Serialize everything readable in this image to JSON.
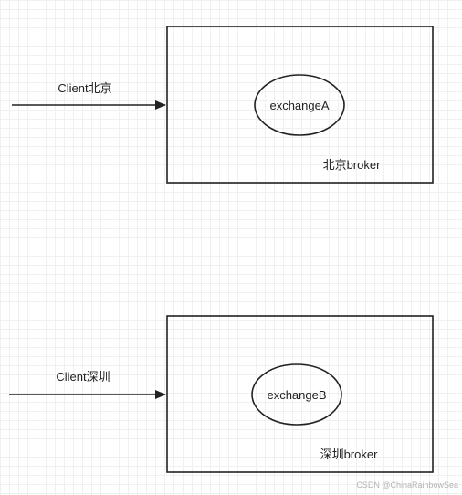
{
  "colors": {
    "stroke": "#222222",
    "background": "#ffffff",
    "grid": "#e2e2e2",
    "watermark": "#b4b4b4"
  },
  "beijing": {
    "client_label": "Client北京",
    "exchange_label": "exchangeA",
    "broker_label": "北京broker"
  },
  "shenzhen": {
    "client_label": "Client深圳",
    "exchange_label": "exchangeB",
    "broker_label": "深圳broker"
  },
  "watermark": "CSDN @ChinaRainbowSea"
}
